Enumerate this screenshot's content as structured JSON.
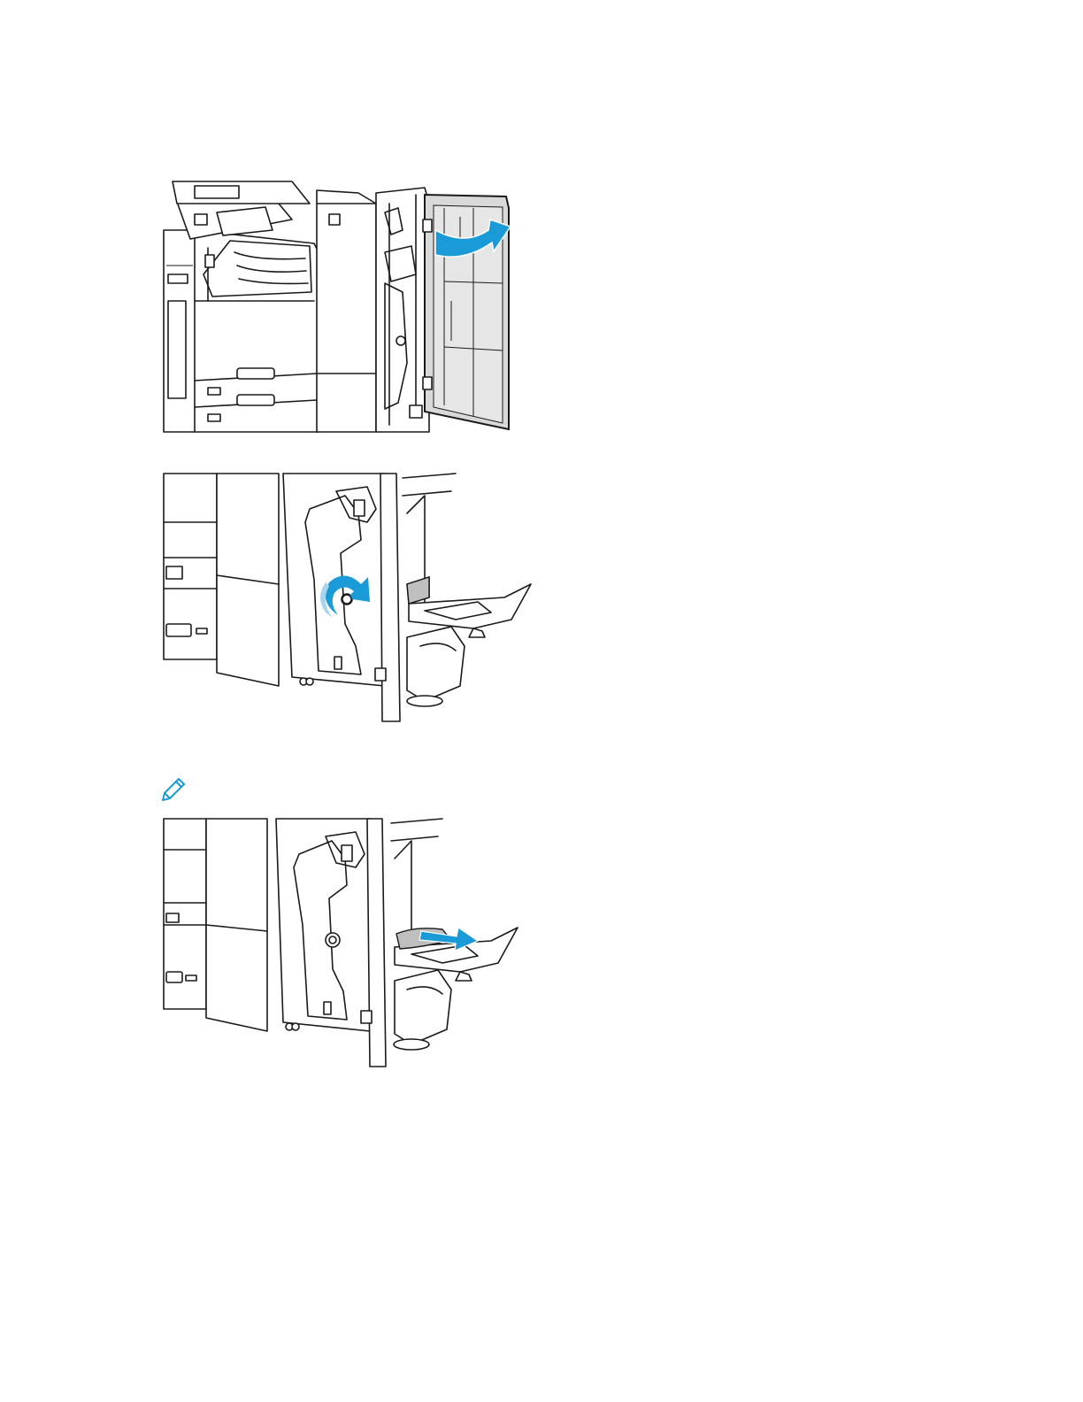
{
  "page": {
    "background": "#ffffff",
    "accent_color": "#1a9ad6",
    "accent_light": "#a8d4ee",
    "door_gray": "#d9d9d9"
  },
  "figures": [
    {
      "id": "open-front-cover",
      "arrow": "curved-arrow-right"
    },
    {
      "id": "turn-knob",
      "arrow": "rotate-arrow-clockwise"
    },
    {
      "id": "remove-paper",
      "arrow": "straight-arrow-right"
    }
  ],
  "note": {
    "icon": "pencil-note-icon"
  }
}
